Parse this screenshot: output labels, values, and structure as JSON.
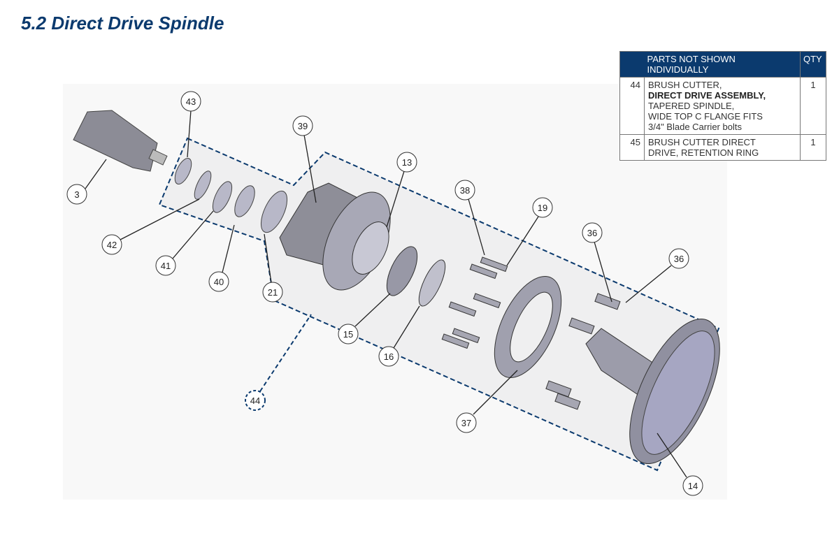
{
  "title": "5.2 Direct Drive Spindle",
  "table": {
    "header": {
      "description": "PARTS NOT SHOWN INDIVIDUALLY",
      "qty": "QTY"
    },
    "rows": [
      {
        "num": "44",
        "line1": "BRUSH CUTTER,",
        "line2_bold": "DIRECT DRIVE ASSEMBLY,",
        "line3": "TAPERED SPINDLE,",
        "line4": "WIDE TOP C FLANGE FITS",
        "line5": "3/4\" Blade Carrier bolts",
        "qty": "1"
      },
      {
        "num": "45",
        "line1": "BRUSH CUTTER DIRECT",
        "line2": "DRIVE, RETENTION RING",
        "qty": "1"
      }
    ]
  },
  "callouts": [
    "43",
    "39",
    "13",
    "38",
    "19",
    "36",
    "36",
    "3",
    "42",
    "41",
    "40",
    "21",
    "15",
    "16",
    "37",
    "14",
    "44"
  ],
  "colors": {
    "brand": "#0b3a6e",
    "part": "#9a9aa8"
  }
}
